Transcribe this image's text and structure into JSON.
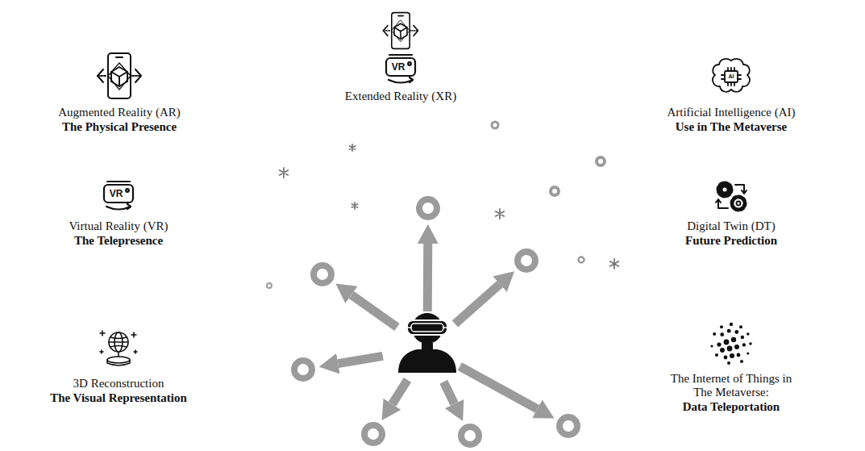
{
  "diagram": {
    "labels": [
      "Augmented Reality (AR)",
      "The Physical Presence",
      "VR",
      "Extended Reality (XR)",
      "AI",
      "Artificial Intelligence (AI)",
      "Use in The Metaverse",
      "VR",
      "Virtual Reality (VR)",
      "The Telepresence",
      "Digital Twin (DT)",
      "Future Prediction",
      "3D Reconstruction",
      "The Visual Representation",
      "The Internet of Things in The Metaverse:",
      "Data Teleportation"
    ]
  }
}
